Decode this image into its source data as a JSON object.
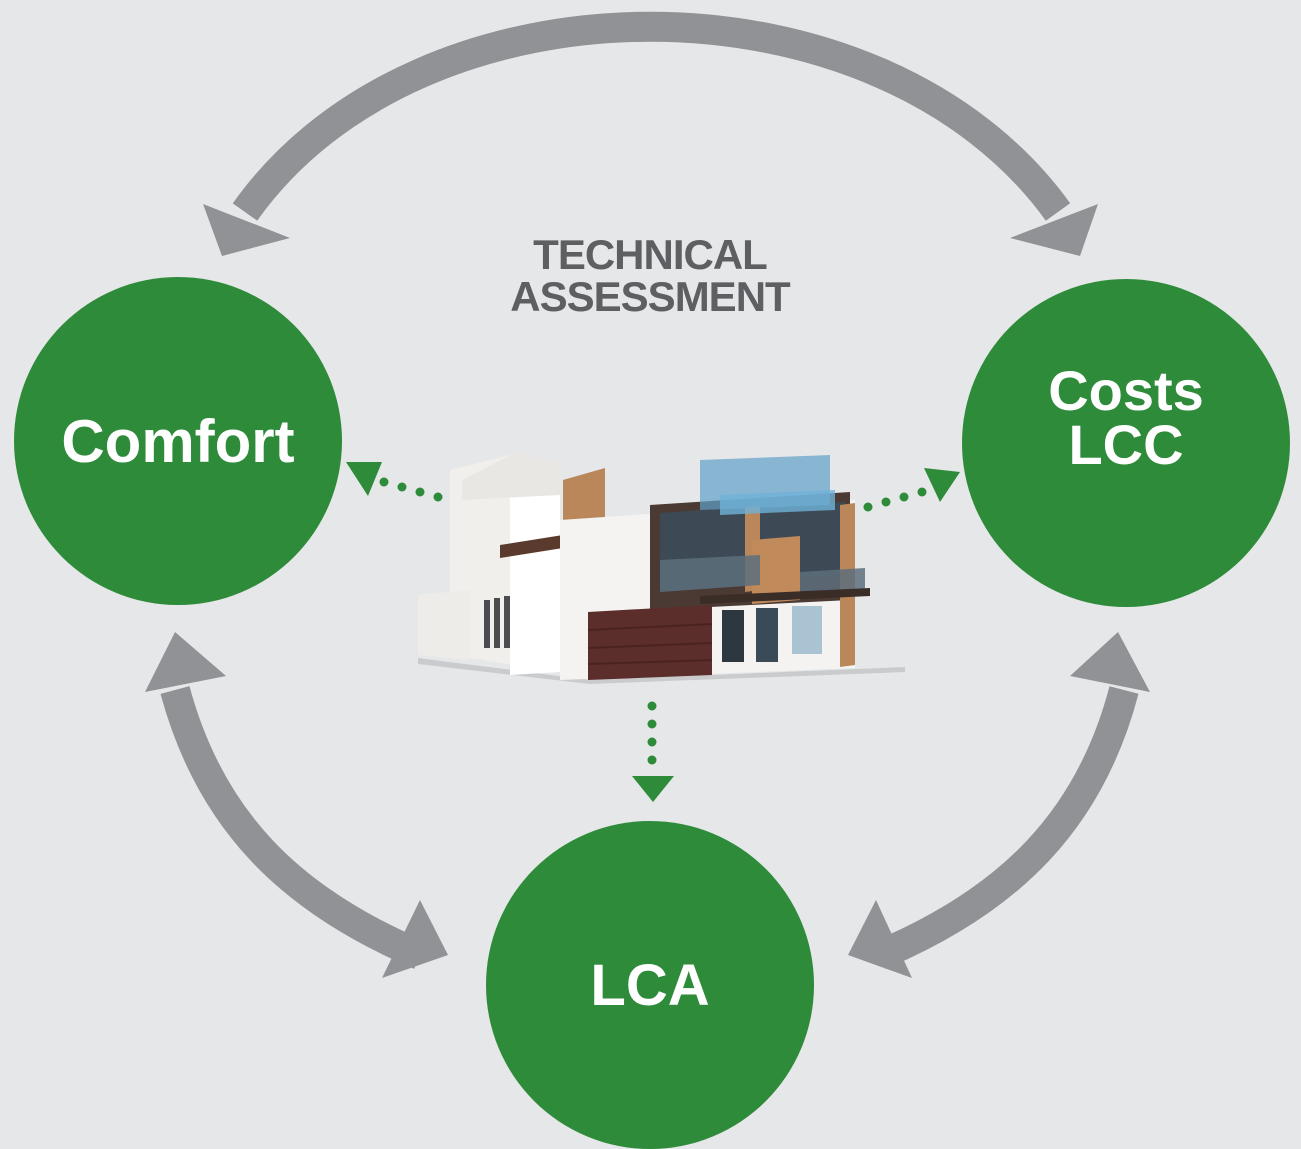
{
  "title": {
    "line1": "TECHNICAL",
    "line2": "ASSESSMENT"
  },
  "nodes": {
    "comfort": {
      "label": "Comfort"
    },
    "costs": {
      "line1": "Costs",
      "line2": "LCC"
    },
    "lca": {
      "label": "LCA"
    }
  },
  "colors": {
    "background": "#e6e7e8",
    "node_fill": "#2e8b3a",
    "arrow_gray": "#909296",
    "dotted_arrow": "#2e8b3a",
    "title_text": "#5d5f62"
  },
  "icons": {
    "center_image": "building-illustration-icon"
  }
}
